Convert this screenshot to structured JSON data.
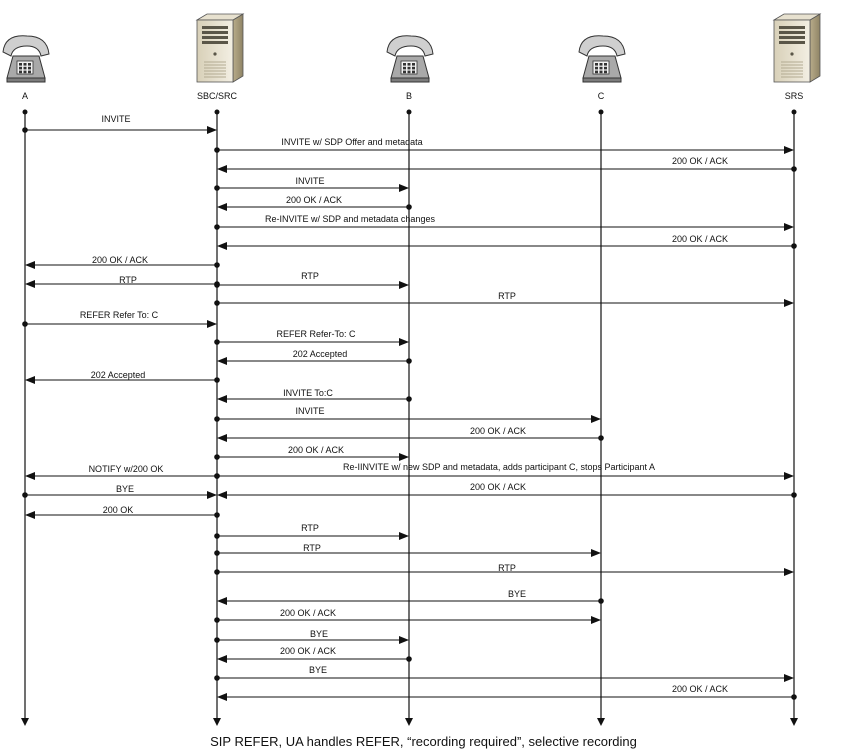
{
  "caption": "SIP REFER, UA handles REFER, “recording required”, selective recording",
  "participants": [
    {
      "id": "A",
      "label": "A",
      "icon": "phone-icon"
    },
    {
      "id": "SBC",
      "label": "SBC/SRC",
      "icon": "server-icon"
    },
    {
      "id": "B",
      "label": "B",
      "icon": "phone-icon"
    },
    {
      "id": "C",
      "label": "C",
      "icon": "phone-icon"
    },
    {
      "id": "SRS",
      "label": "SRS",
      "icon": "server-icon"
    }
  ],
  "messages": [
    {
      "from": "A",
      "to": "SBC",
      "label": "INVITE"
    },
    {
      "from": "SBC",
      "to": "SRS",
      "label": "INVITE w/ SDP Offer and metadata"
    },
    {
      "from": "SRS",
      "to": "SBC",
      "label": "200 OK / ACK"
    },
    {
      "from": "SBC",
      "to": "B",
      "label": "INVITE"
    },
    {
      "from": "B",
      "to": "SBC",
      "label": "200 OK / ACK"
    },
    {
      "from": "SBC",
      "to": "SRS",
      "label": "Re-INVITE w/ SDP and metadata changes"
    },
    {
      "from": "SRS",
      "to": "SBC",
      "label": "200 OK / ACK"
    },
    {
      "from": "SBC",
      "to": "A",
      "label": "200 OK / ACK"
    },
    {
      "from": "SBC",
      "to": "A",
      "label": "RTP"
    },
    {
      "from": "SBC",
      "to": "B",
      "label": "RTP"
    },
    {
      "from": "SBC",
      "to": "SRS",
      "label": "RTP"
    },
    {
      "from": "A",
      "to": "SBC",
      "label": "REFER Refer To: C"
    },
    {
      "from": "SBC",
      "to": "B",
      "label": "REFER Refer-To: C"
    },
    {
      "from": "B",
      "to": "SBC",
      "label": "202 Accepted"
    },
    {
      "from": "SBC",
      "to": "A",
      "label": "202 Accepted"
    },
    {
      "from": "B",
      "to": "SBC",
      "label": "INVITE To:C"
    },
    {
      "from": "SBC",
      "to": "C",
      "label": "INVITE"
    },
    {
      "from": "C",
      "to": "SBC",
      "label": "200 OK / ACK"
    },
    {
      "from": "SBC",
      "to": "B",
      "label": "200 OK / ACK"
    },
    {
      "from": "SBC",
      "to": "A",
      "label": "NOTIFY w/200 OK"
    },
    {
      "from": "SBC",
      "to": "SRS",
      "label": "Re-IINVITE w/ new SDP and metadata, adds participant C, stops Participant A"
    },
    {
      "from": "A",
      "to": "SBC",
      "label": "BYE"
    },
    {
      "from": "SRS",
      "to": "SBC",
      "label": "200 OK / ACK"
    },
    {
      "from": "SBC",
      "to": "A",
      "label": "200 OK"
    },
    {
      "from": "SBC",
      "to": "B",
      "label": "RTP"
    },
    {
      "from": "SBC",
      "to": "C",
      "label": "RTP"
    },
    {
      "from": "SBC",
      "to": "SRS",
      "label": "RTP"
    },
    {
      "from": "C",
      "to": "SBC",
      "label": "BYE"
    },
    {
      "from": "SBC",
      "to": "C",
      "label": "200 OK / ACK"
    },
    {
      "from": "SBC",
      "to": "B",
      "label": "BYE"
    },
    {
      "from": "B",
      "to": "SBC",
      "label": "200 OK / ACK"
    },
    {
      "from": "SBC",
      "to": "SRS",
      "label": "BYE"
    },
    {
      "from": "SRS",
      "to": "SBC",
      "label": "200 OK / ACK"
    }
  ]
}
